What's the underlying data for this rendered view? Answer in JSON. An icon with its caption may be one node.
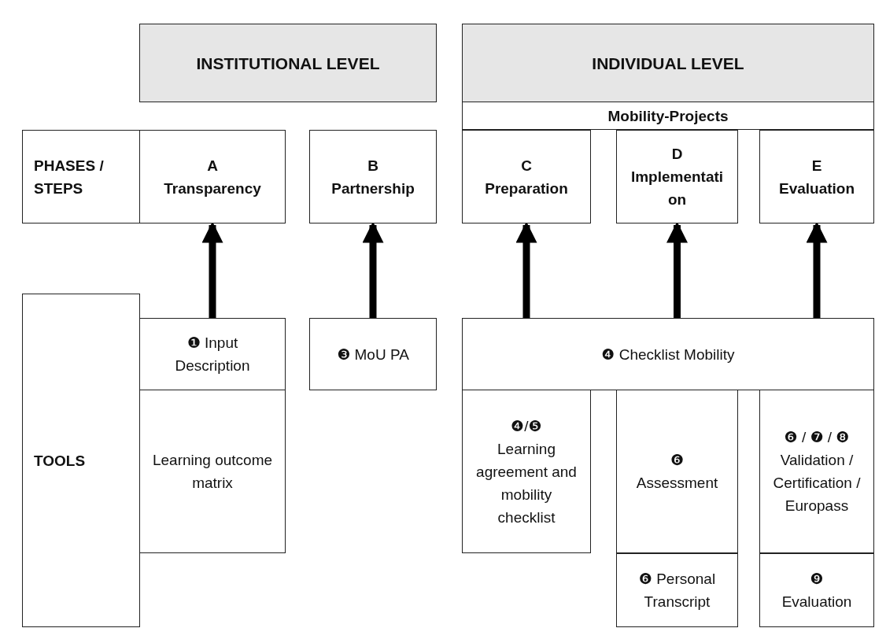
{
  "diagram": {
    "nodes": [
      {
        "text": [
          "INSTITUTIONAL LEVEL"
        ]
      },
      {
        "text": [
          "INDIVIDUAL LEVEL"
        ]
      },
      {
        "text": [
          "Mobility-Projects"
        ]
      },
      {
        "text": [
          "PHASES / STEPS"
        ]
      },
      {
        "text": [
          "A",
          "Transparency"
        ]
      },
      {
        "text": [
          "B",
          "Partnership"
        ]
      },
      {
        "text": [
          "C",
          "Preparation"
        ]
      },
      {
        "text": [
          "D",
          "Implementation"
        ]
      },
      {
        "text": [
          "E",
          "Evaluation"
        ]
      },
      {
        "text": [
          "TOOLS"
        ]
      },
      {
        "text": [
          "❶ Input Description"
        ]
      },
      {
        "text": [
          "Learning outcome matrix"
        ]
      },
      {
        "text": [
          "❸ MoU PA"
        ]
      },
      {
        "text": [
          "❹ Checklist Mobility"
        ]
      },
      {
        "text": [
          "❹/❺",
          "Learning agreement and mobility checklist"
        ]
      },
      {
        "text": [
          "❻",
          "Assessment"
        ]
      },
      {
        "text": [
          "❻ / ❼ / ❽",
          "Validation / Certification / Europass"
        ]
      },
      {
        "text": [
          "❻ Personal Transcript"
        ]
      },
      {
        "text": [
          "❾",
          "Evaluation"
        ]
      }
    ],
    "edges": [
      {
        "from": 10,
        "to": 4,
        "arrow": "to"
      },
      {
        "from": 12,
        "to": 5,
        "arrow": "to"
      },
      {
        "from": 13,
        "to": 6,
        "arrow": "to"
      },
      {
        "from": 13,
        "to": 7,
        "arrow": "to"
      },
      {
        "from": 13,
        "to": 8,
        "arrow": "to"
      }
    ]
  }
}
